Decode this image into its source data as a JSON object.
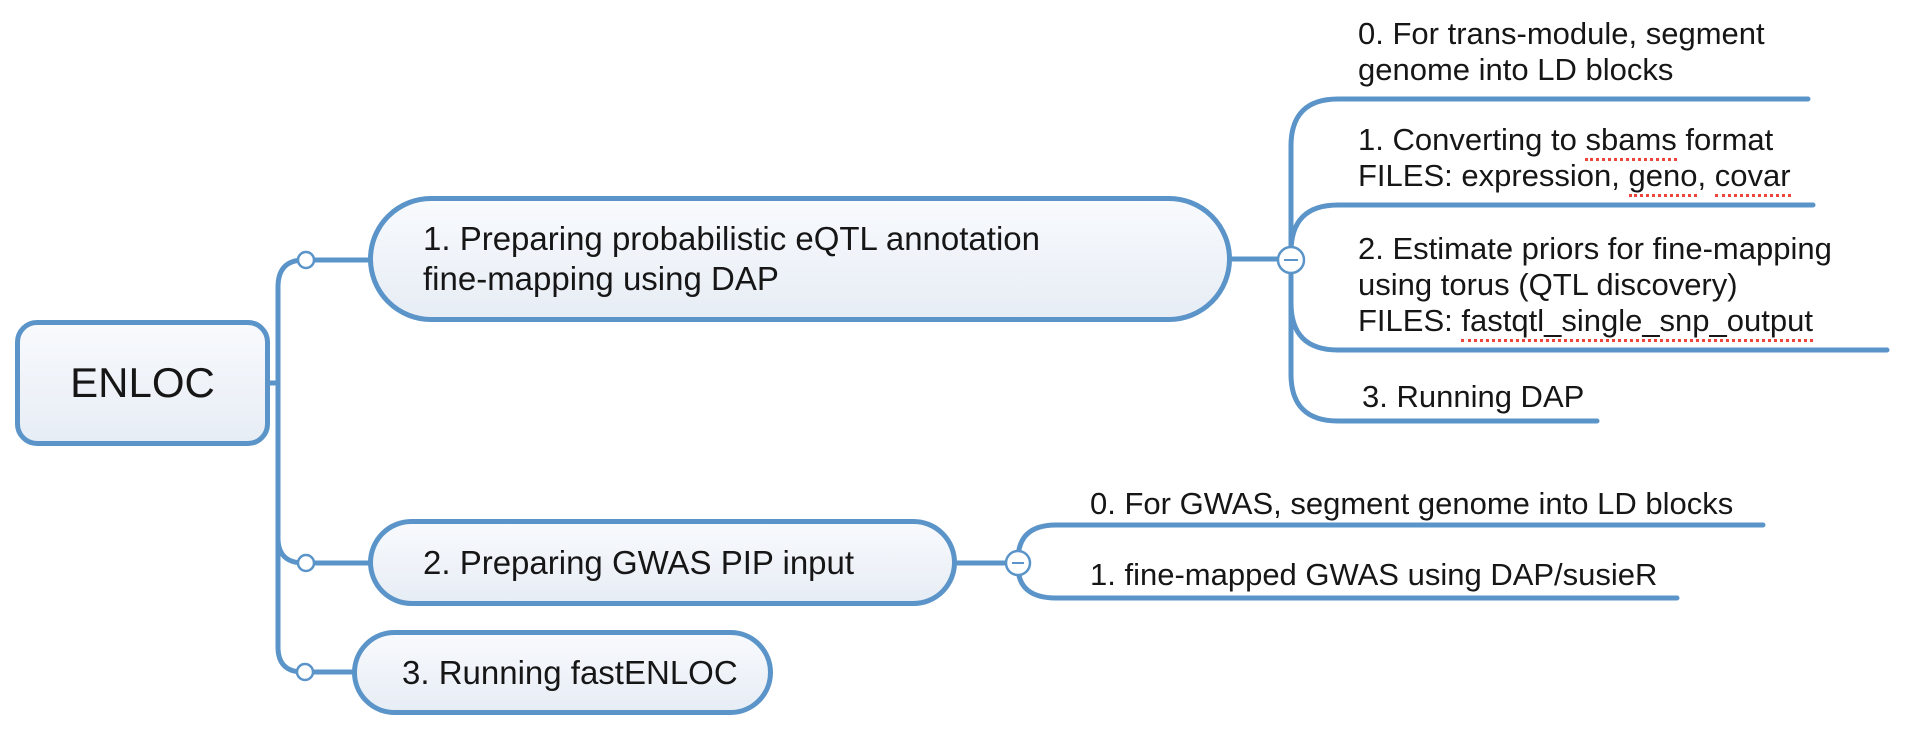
{
  "colors": {
    "line": "#5b94c8",
    "text": "#161616",
    "squiggle": "#ee453a",
    "node_fill_top": "#f8fafd",
    "node_fill_bottom": "#e7edf5",
    "background": "#ffffff"
  },
  "root": {
    "lines": [
      [
        {
          "t": "ENLOC"
        }
      ]
    ]
  },
  "branches": [
    {
      "node": {
        "lines": [
          [
            {
              "t": "1. Preparing probabilistic eQTL annotation"
            }
          ],
          [
            {
              "t": "fine-mapping using DAP"
            }
          ]
        ]
      },
      "collapse_icon": "minus",
      "children": [
        {
          "lines": [
            [
              {
                "t": "0. For trans-module, segment"
              }
            ],
            [
              {
                "t": "genome into LD blocks"
              }
            ]
          ]
        },
        {
          "lines": [
            [
              {
                "t": "1. Converting to "
              },
              {
                "t": "sbams",
                "sq": true
              },
              {
                "t": " format"
              }
            ],
            [
              {
                "t": "FILES: expression, "
              },
              {
                "t": "geno",
                "sq": true
              },
              {
                "t": ", "
              },
              {
                "t": "covar",
                "sq": true
              }
            ]
          ]
        },
        {
          "lines": [
            [
              {
                "t": "2. Estimate priors for fine-mapping"
              }
            ],
            [
              {
                "t": "using torus (QTL discovery)"
              }
            ],
            [
              {
                "t": "FILES: "
              },
              {
                "t": "fastqtl_single_snp_output",
                "sq": true
              }
            ]
          ]
        },
        {
          "lines": [
            [
              {
                "t": "3. Running DAP"
              }
            ]
          ]
        }
      ]
    },
    {
      "node": {
        "lines": [
          [
            {
              "t": "2. Preparing GWAS PIP input"
            }
          ]
        ]
      },
      "collapse_icon": "minus",
      "children": [
        {
          "lines": [
            [
              {
                "t": "0. For GWAS, segment genome into LD blocks"
              }
            ]
          ]
        },
        {
          "lines": [
            [
              {
                "t": "1. fine-mapped GWAS using DAP/susieR"
              }
            ]
          ]
        }
      ]
    },
    {
      "node": {
        "lines": [
          [
            {
              "t": "3. Running fastENLOC"
            }
          ]
        ]
      },
      "children": []
    }
  ]
}
